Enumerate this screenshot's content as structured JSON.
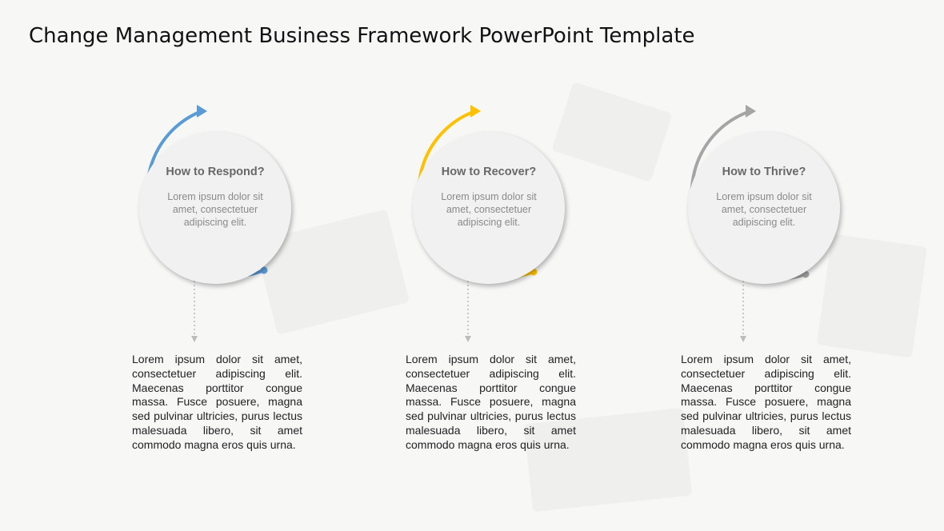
{
  "slide": {
    "title": "Change Management Business Framework PowerPoint Template"
  },
  "steps": [
    {
      "heading": "How to Respond?",
      "summary": "Lorem ipsum dolor sit amet, consectetuer adipiscing elit.",
      "description": "Lorem ipsum dolor sit amet, consectetuer adipiscing elit. Maecenas porttitor congue massa. Fusce posuere, magna sed pulvinar ultricies, purus lectus malesuada libero, sit amet commodo magna eros quis urna.",
      "accent_color": "#5b9bd5"
    },
    {
      "heading": "How to Recover?",
      "summary": "Lorem ipsum dolor sit amet, consectetuer adipiscing elit.",
      "description": "Lorem ipsum dolor sit amet, consectetuer adipiscing elit. Maecenas porttitor congue massa. Fusce posuere, magna sed pulvinar ultricies, purus lectus malesuada libero, sit amet commodo magna eros quis urna.",
      "accent_color": "#ffc000"
    },
    {
      "heading": "How to Thrive?",
      "summary": "Lorem ipsum dolor sit amet, consectetuer adipiscing elit.",
      "description": "Lorem ipsum dolor sit amet, consectetuer adipiscing elit. Maecenas porttitor congue massa. Fusce posuere, magna sed pulvinar ultricies, purus lectus malesuada libero, sit amet commodo magna eros quis urna.",
      "accent_color": "#a5a5a5"
    }
  ]
}
